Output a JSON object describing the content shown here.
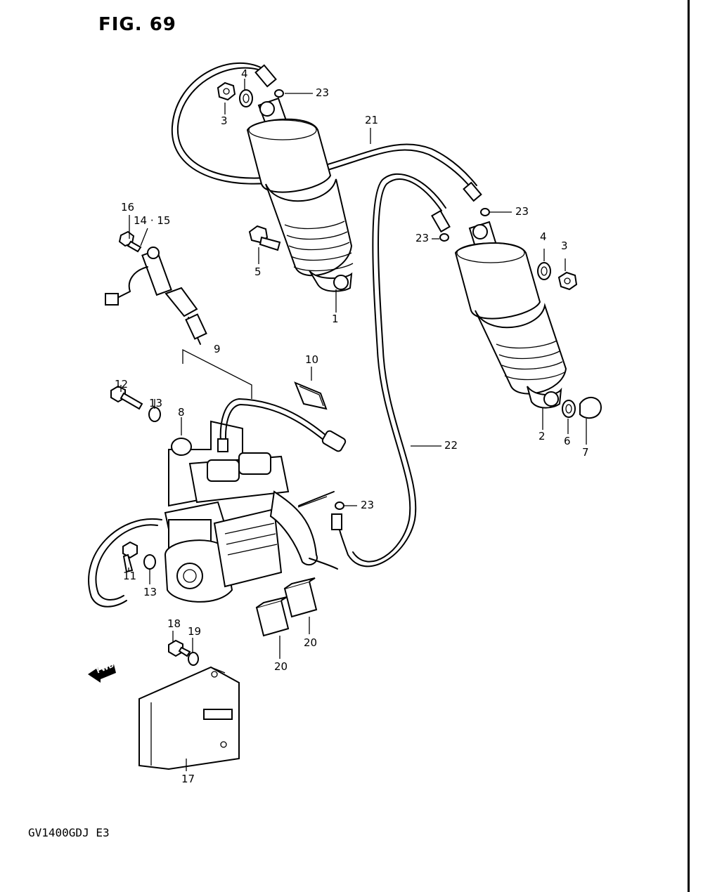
{
  "figure": {
    "title": "FIG. 69",
    "model_code": "GV1400GDJ E3",
    "fwd_label": "FWD"
  },
  "parts": [
    {
      "id": "p1",
      "label": "1"
    },
    {
      "id": "p2",
      "label": "2"
    },
    {
      "id": "p3a",
      "label": "3"
    },
    {
      "id": "p3b",
      "label": "3"
    },
    {
      "id": "p4a",
      "label": "4"
    },
    {
      "id": "p4b",
      "label": "4"
    },
    {
      "id": "p5",
      "label": "5"
    },
    {
      "id": "p6",
      "label": "6"
    },
    {
      "id": "p7",
      "label": "7"
    },
    {
      "id": "p8",
      "label": "8"
    },
    {
      "id": "p9",
      "label": "9"
    },
    {
      "id": "p10",
      "label": "10"
    },
    {
      "id": "p11",
      "label": "11"
    },
    {
      "id": "p12",
      "label": "12"
    },
    {
      "id": "p13a",
      "label": "13"
    },
    {
      "id": "p13b",
      "label": "13"
    },
    {
      "id": "p1415",
      "label": "14 · 15"
    },
    {
      "id": "p16",
      "label": "16"
    },
    {
      "id": "p17",
      "label": "17"
    },
    {
      "id": "p18",
      "label": "18"
    },
    {
      "id": "p19",
      "label": "19"
    },
    {
      "id": "p20a",
      "label": "20"
    },
    {
      "id": "p20b",
      "label": "20"
    },
    {
      "id": "p21",
      "label": "21"
    },
    {
      "id": "p22",
      "label": "22"
    },
    {
      "id": "p23a",
      "label": "23"
    },
    {
      "id": "p23b",
      "label": "23"
    },
    {
      "id": "p23c",
      "label": "23"
    },
    {
      "id": "p23d",
      "label": "23"
    }
  ]
}
